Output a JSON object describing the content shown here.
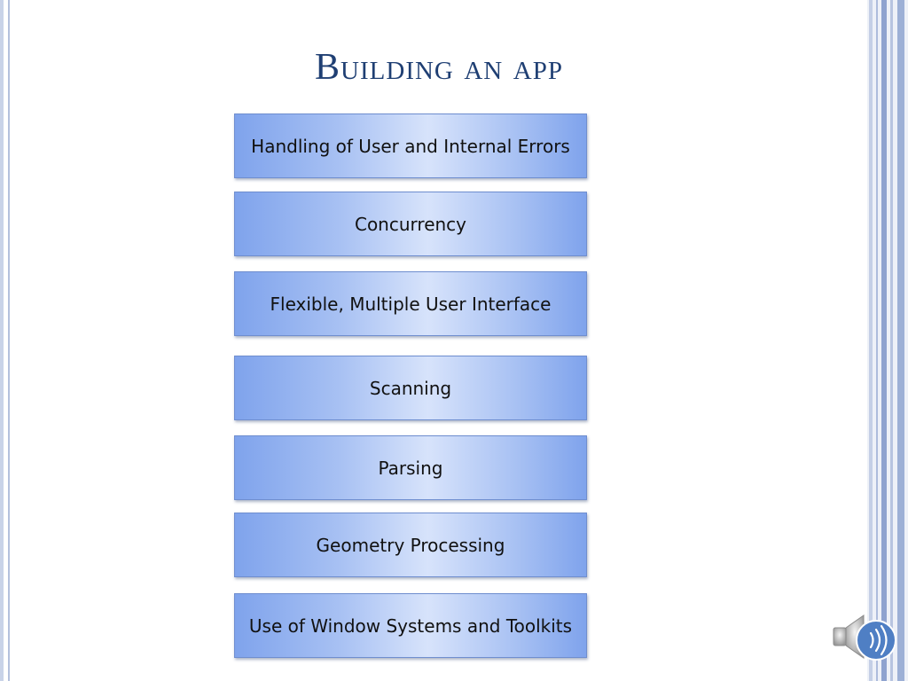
{
  "slide": {
    "title": "Building an app"
  },
  "diagram": {
    "boxes": [
      "Handling of User and Internal Errors",
      "Concurrency",
      "Flexible, Multiple User Interface",
      "Scanning",
      "Parsing",
      "Geometry Processing",
      "Use of Window Systems and Toolkits"
    ]
  },
  "icons": {
    "audio": "speaker-icon"
  },
  "colors": {
    "title": "#1f3f73",
    "box_fill_edge": "#7fa3ec",
    "box_fill_center": "#d7e3fb",
    "box_border": "#6f8ecf",
    "frame_accent": "#8fa3cf"
  }
}
